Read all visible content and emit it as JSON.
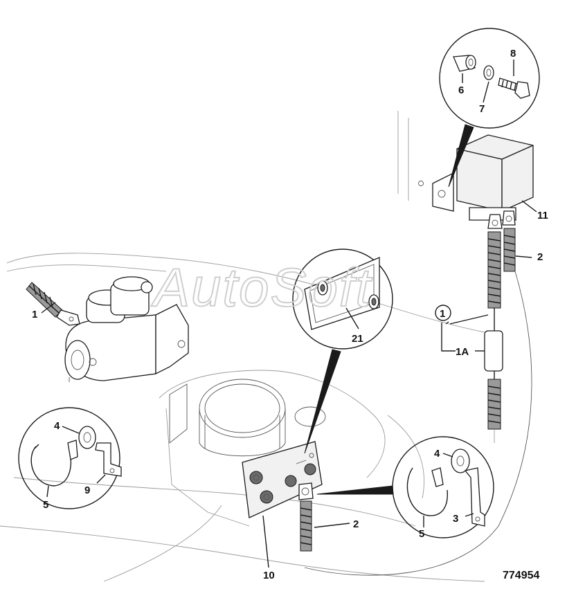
{
  "watermark": "AutoSoft",
  "drawing_number": "774954",
  "callouts": {
    "c1": "1",
    "c1a": "1A",
    "c1_circled": "1",
    "c2_top": "2",
    "c2_bottom": "2",
    "c3": "3",
    "c4_left": "4",
    "c4_right": "4",
    "c5_left": "5",
    "c5_right": "5",
    "c6": "6",
    "c7": "7",
    "c8": "8",
    "c9": "9",
    "c10": "10",
    "c11": "11",
    "c21": "21"
  }
}
